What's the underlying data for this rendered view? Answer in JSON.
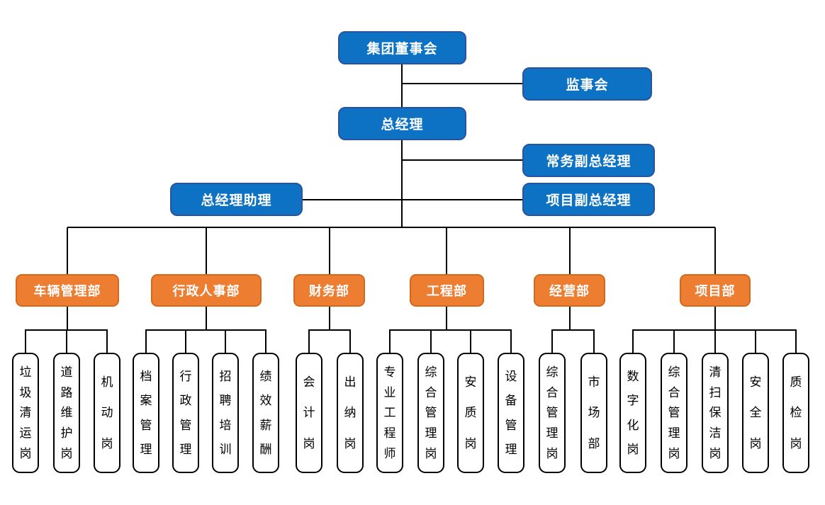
{
  "colors": {
    "blue_fill": "#0d72c4",
    "blue_border": "#2b529e",
    "orange_fill": "#ed7d31",
    "orange_border": "#d2691e",
    "line": "#000000",
    "position_box_border": "#000000"
  },
  "executive": {
    "board": "集团董事会",
    "supervisory": "监事会",
    "gm": "总经理",
    "exec_deputy_gm": "常务副总经理",
    "gm_assistant": "总经理助理",
    "project_deputy_gm": "项目副总经理"
  },
  "departments": [
    {
      "name": "车辆管理部",
      "positions": [
        "垃圾清运岗",
        "道路维护岗",
        "机动岗"
      ]
    },
    {
      "name": "行政人事部",
      "positions": [
        "档案管理",
        "行政管理",
        "招聘培训",
        "绩效薪酬"
      ]
    },
    {
      "name": "财务部",
      "positions": [
        "会计岗",
        "出纳岗"
      ]
    },
    {
      "name": "工程部",
      "positions": [
        "专业工程师",
        "综合管理岗",
        "安质岗",
        "设备管理"
      ]
    },
    {
      "name": "经营部",
      "positions": [
        "综合管理岗",
        "市场部"
      ]
    },
    {
      "name": "项目部",
      "positions": [
        "数字化岗",
        "综合管理岗",
        "清扫保洁岗",
        "安全岗",
        "质检岗"
      ]
    }
  ]
}
